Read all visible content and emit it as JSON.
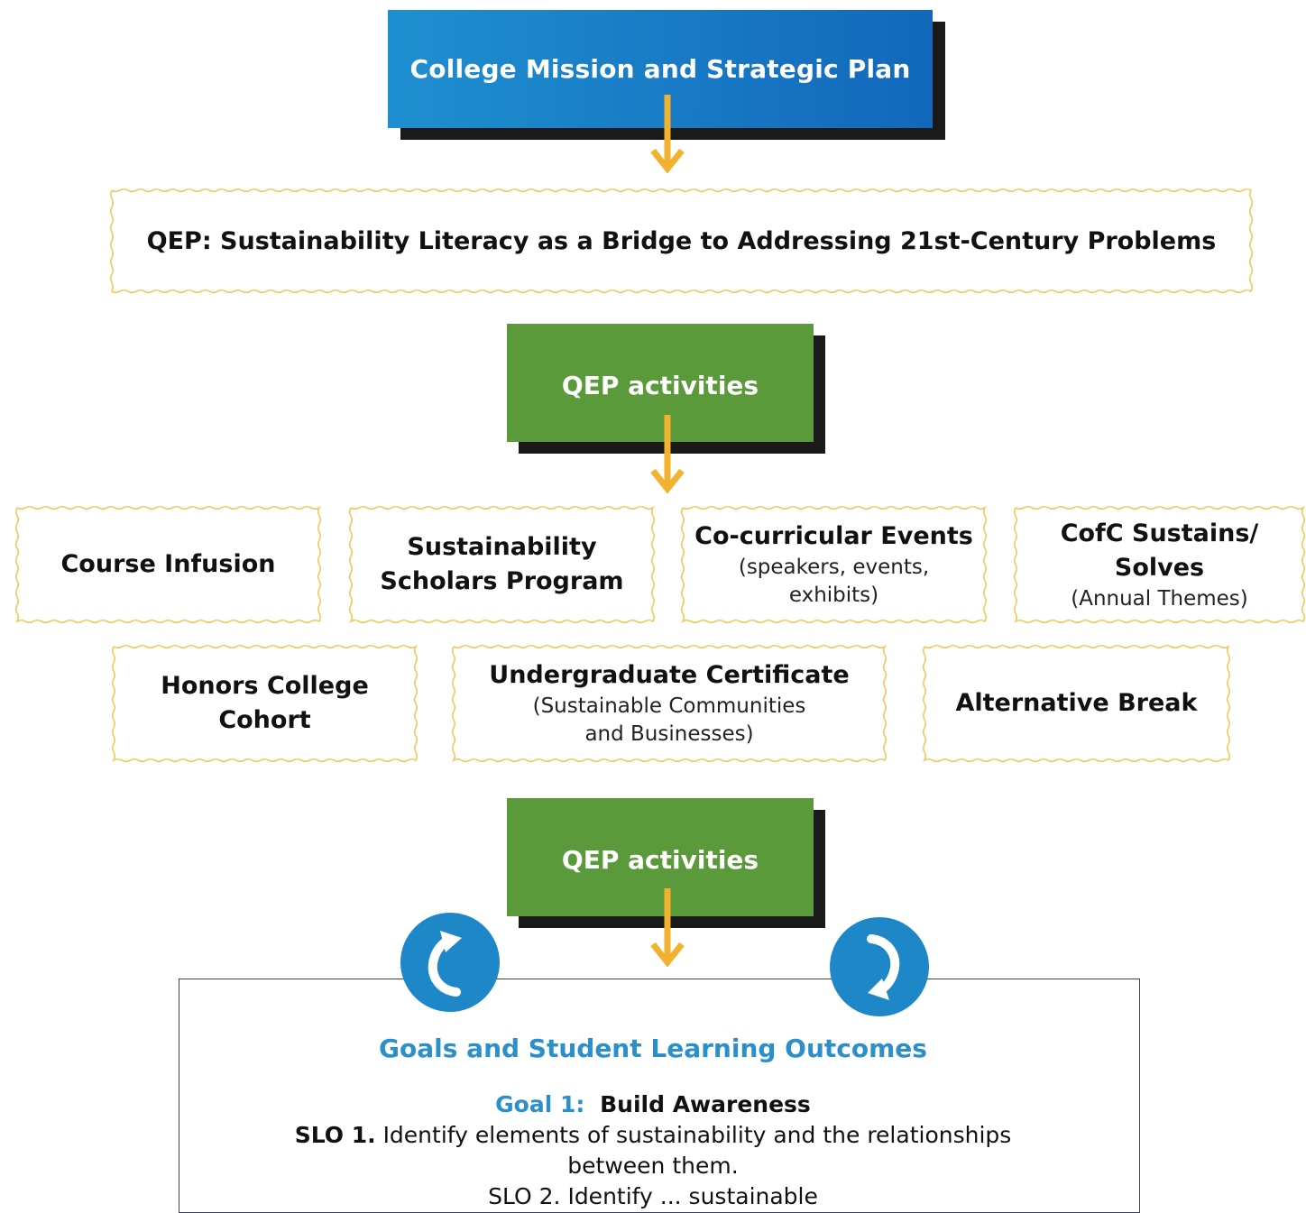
{
  "colors": {
    "blue": "#1d87c8",
    "green": "#5a9a3a",
    "arrow": "#f2b12e",
    "wavy_border": "#f2c85a",
    "goals_title": "#2b8fcb"
  },
  "mission": {
    "label": "College Mission and Strategic Plan"
  },
  "qep": {
    "title": "QEP: Sustainability Literacy as a Bridge to Addressing 21st-Century Problems"
  },
  "activities_top": {
    "label": "QEP activities"
  },
  "activities": [
    {
      "title": "Course Infusion",
      "sub": ""
    },
    {
      "title": "Sustainability Scholars Program",
      "sub": ""
    },
    {
      "title": "Co-curricular Events",
      "sub": "(speakers, events, exhibits)"
    },
    {
      "title": "CofC Sustains/ Solves",
      "sub": "(Annual Themes)"
    },
    {
      "title": "Honors College Cohort",
      "sub": ""
    },
    {
      "title": "Undergraduate Certificate",
      "sub": "(Sustainable Communities and Businesses)"
    },
    {
      "title": "Alternative Break",
      "sub": ""
    }
  ],
  "activities_bottom": {
    "label": "QEP activities"
  },
  "icons": {
    "left": "cycle-arrow-up-icon",
    "right": "cycle-arrow-down-icon",
    "connector": "down-arrow-icon"
  },
  "goals": {
    "title": "Goals and Student Learning Outcomes",
    "goal1_label": "Goal 1:",
    "goal1_text": "Build Awareness",
    "slo1_label": "SLO 1.",
    "slo1_text": "Identify elements of sustainability and the relationships",
    "slo1_text_cont": "between them.",
    "slo2_partial": "SLO 2. Identify ... sustainable"
  }
}
